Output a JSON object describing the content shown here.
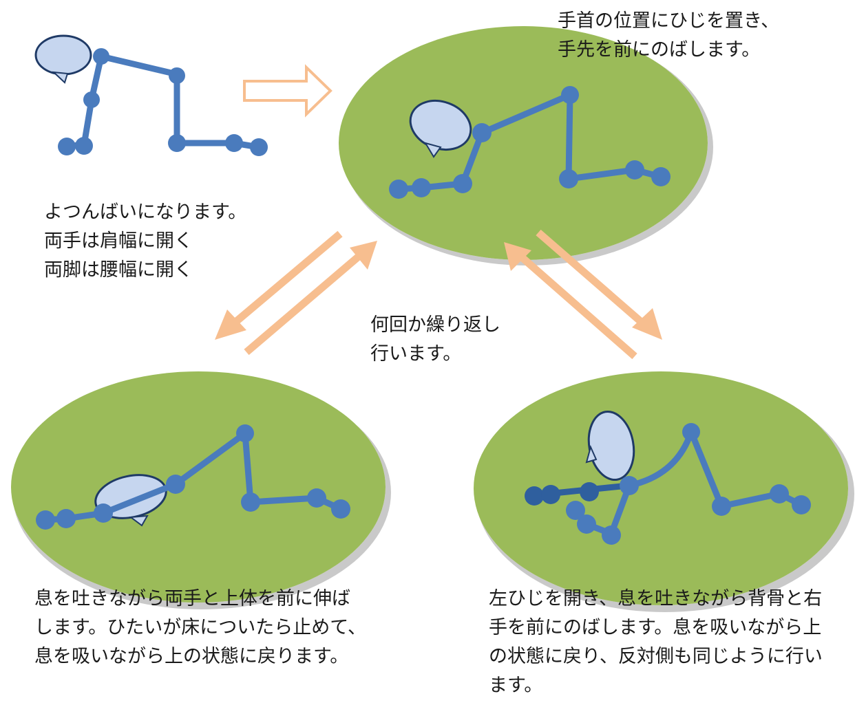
{
  "steps": {
    "step1": {
      "lines": "よつんばいになります。\n両手は肩幅に開く\n両脚は腰幅に開く"
    },
    "step2": {
      "lines": "手首の位置にひじを置き、\n手先を前にのばします。"
    },
    "repeat": {
      "lines": "何回か繰り返し\n行います。"
    },
    "step3": {
      "lines": "息を吐きながら両手と上体を前に伸ば\nします。ひたいが床についたら止めて、\n息を吸いながら上の状態に戻ります。"
    },
    "step4": {
      "lines": "左ひじを開き、息を吐きながら背骨と右\n手を前にのばします。息を吸いながら上\nの状態に戻り、反対側も同じように行い\nます。"
    }
  },
  "colors": {
    "figure": "#4a7bbd",
    "figure_dark": "#2f5f9e",
    "head_fill": "#c6d6ef",
    "head_stroke": "#1f3a66",
    "mat_green": "#9bbb59",
    "mat_shadow": "#c9c9c9",
    "arrow": "#f7be8f"
  }
}
